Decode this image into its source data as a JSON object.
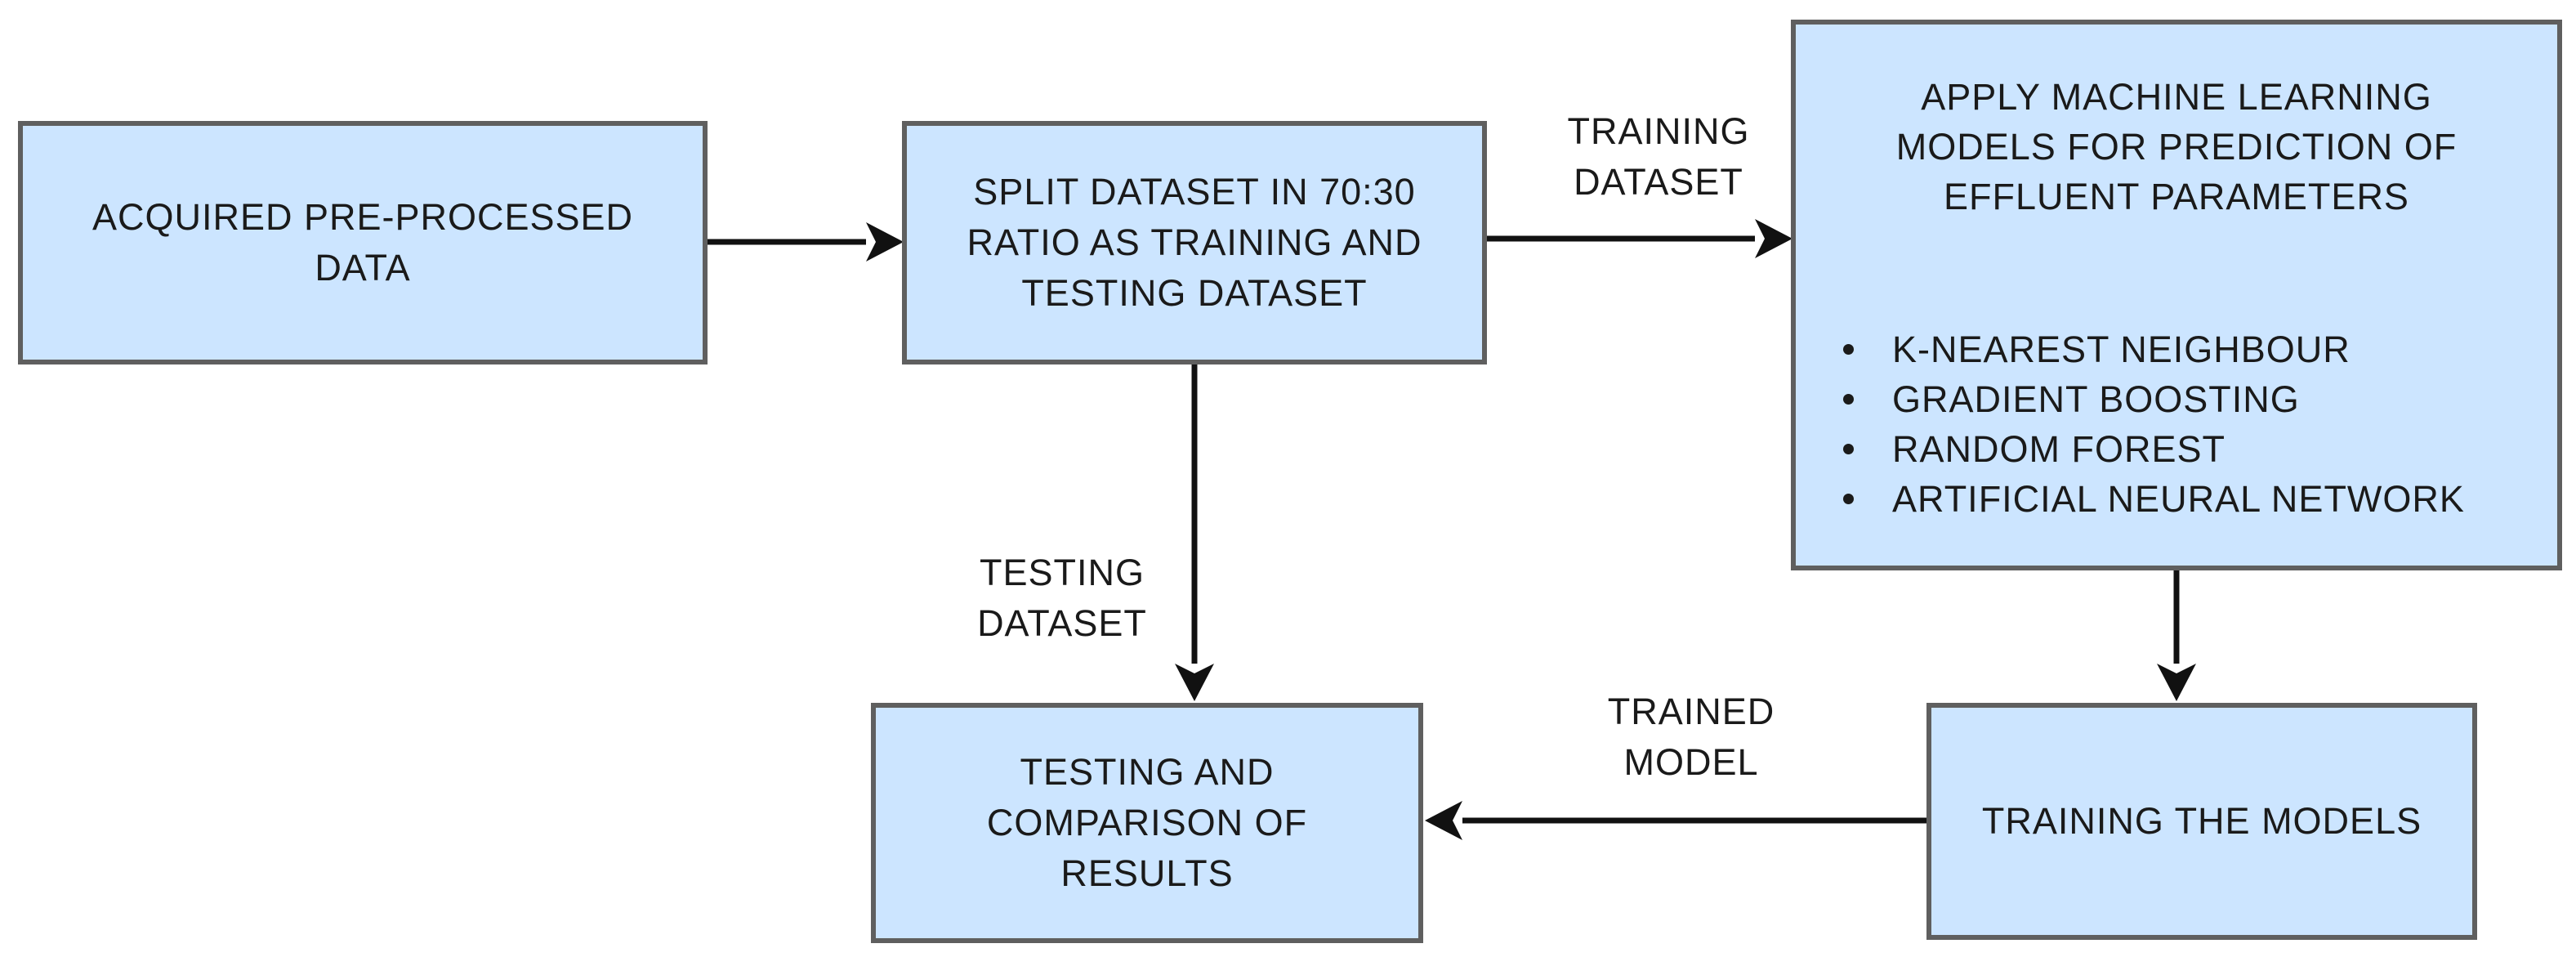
{
  "nodes": {
    "acquired": {
      "lines": [
        "ACQUIRED PRE-PROCESSED",
        "DATA"
      ]
    },
    "split": {
      "lines": [
        "SPLIT DATASET IN 70:30",
        "RATIO AS TRAINING AND",
        "TESTING DATASET"
      ]
    },
    "apply_ml": {
      "title_lines": [
        "APPLY MACHINE LEARNING",
        "MODELS FOR PREDICTION OF",
        "EFFLUENT PARAMETERS"
      ],
      "items": [
        "K-NEAREST NEIGHBOUR",
        "GRADIENT BOOSTING",
        "RANDOM FOREST",
        "ARTIFICIAL NEURAL NETWORK"
      ]
    },
    "training": {
      "lines": [
        "TRAINING THE MODELS"
      ]
    },
    "testing": {
      "lines": [
        "TESTING AND",
        "COMPARISON OF",
        "RESULTS"
      ]
    }
  },
  "edge_labels": {
    "training_dataset": [
      "TRAINING",
      "DATASET"
    ],
    "testing_dataset": [
      "TESTING",
      "DATASET"
    ],
    "trained_model": [
      "TRAINED",
      "MODEL"
    ]
  },
  "colors": {
    "box_fill": "#cce5ff",
    "box_border": "#5f5f5f",
    "arrow": "#111111",
    "text": "#1a1a1a"
  }
}
